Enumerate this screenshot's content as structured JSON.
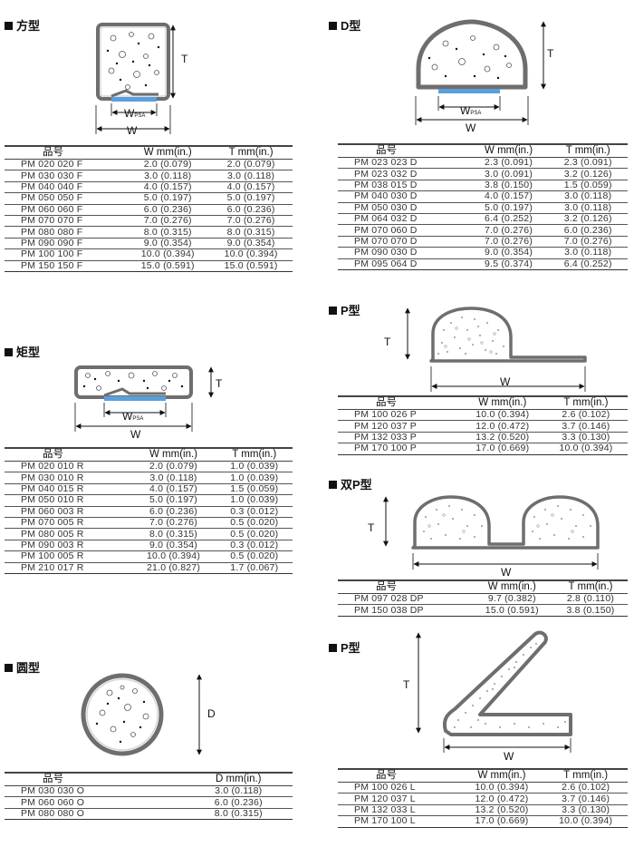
{
  "colors": {
    "accent_strip": "#5aa0dd",
    "rule": "#444444",
    "shell": "#8a8a8a"
  },
  "sections": {
    "square": {
      "title": "方型",
      "dims": {
        "w": "W",
        "wpsa": "W",
        "wpsa_sub": "PSA",
        "t": "T"
      },
      "columns": [
        "品号",
        "W mm(in.)",
        "T mm(in.)"
      ],
      "rows": [
        [
          "PM 020 020 F",
          "2.0 (0.079)",
          "2.0 (0.079)"
        ],
        [
          "PM 030 030 F",
          "3.0 (0.118)",
          "3.0 (0.118)"
        ],
        [
          "PM 040 040 F",
          "4.0 (0.157)",
          "4.0 (0.157)"
        ],
        [
          "PM 050 050 F",
          "5.0 (0.197)",
          "5.0 (0.197)"
        ],
        [
          "PM 060 060 F",
          "6.0 (0.236)",
          "6.0 (0.236)"
        ],
        [
          "PM 070 070 F",
          "7.0 (0.276)",
          "7.0 (0.276)"
        ],
        [
          "PM 080 080 F",
          "8.0 (0.315)",
          "8.0 (0.315)"
        ],
        [
          "PM 090 090 F",
          "9.0 (0.354)",
          "9.0 (0.354)"
        ],
        [
          "PM 100 100 F",
          "10.0 (0.394)",
          "10.0 (0.394)"
        ],
        [
          "PM 150 150 F",
          "15.0 (0.591)",
          "15.0 (0.591)"
        ]
      ]
    },
    "rect": {
      "title": "矩型",
      "dims": {
        "w": "W",
        "wpsa": "W",
        "wpsa_sub": "PSA",
        "t": "T"
      },
      "columns": [
        "品号",
        "W mm(in.)",
        "T mm(in.)"
      ],
      "rows": [
        [
          "PM 020 010 R",
          "2.0 (0.079)",
          "1.0 (0.039)"
        ],
        [
          "PM 030 010 R",
          "3.0 (0.118)",
          "1.0 (0.039)"
        ],
        [
          "PM 040 015 R",
          "4.0 (0.157)",
          "1.5 (0.059)"
        ],
        [
          "PM 050 010 R",
          "5.0 (0.197)",
          "1.0 (0.039)"
        ],
        [
          "PM 060 003 R",
          "6.0 (0.236)",
          "0.3 (0.012)"
        ],
        [
          "PM 070 005 R",
          "7.0 (0.276)",
          "0.5 (0.020)"
        ],
        [
          "PM 080 005 R",
          "8.0 (0.315)",
          "0.5 (0.020)"
        ],
        [
          "PM 090 003 R",
          "9.0 (0.354)",
          "0.3 (0.012)"
        ],
        [
          "PM 100 005 R",
          "10.0 (0.394)",
          "0.5 (0.020)"
        ],
        [
          "PM 210 017 R",
          "21.0 (0.827)",
          "1.7 (0.067)"
        ]
      ]
    },
    "round": {
      "title": "圆型",
      "dims": {
        "d": "D"
      },
      "columns": [
        "品号",
        "D mm(in.)"
      ],
      "rows": [
        [
          "PM 030 030 O",
          "3.0 (0.118)"
        ],
        [
          "PM 060 060 O",
          "6.0 (0.236)"
        ],
        [
          "PM 080 080 O",
          "8.0 (0.315)"
        ]
      ]
    },
    "d_type": {
      "title": "D型",
      "dims": {
        "w": "W",
        "wpsa": "W",
        "wpsa_sub": "PSA",
        "t": "T"
      },
      "columns": [
        "品号",
        "W mm(in.)",
        "T mm(in.)"
      ],
      "rows": [
        [
          "PM 023 023 D",
          "2.3 (0.091)",
          "2.3 (0.091)"
        ],
        [
          "PM 023 032 D",
          "3.0 (0.091)",
          "3.2 (0.126)"
        ],
        [
          "PM 038 015 D",
          "3.8 (0.150)",
          "1.5 (0.059)"
        ],
        [
          "PM 040 030 D",
          "4.0 (0.157)",
          "3.0 (0.118)"
        ],
        [
          "PM 050 030 D",
          "5.0 (0.197)",
          "3.0 (0.118)"
        ],
        [
          "PM 064 032 D",
          "6.4 (0.252)",
          "3.2 (0.126)"
        ],
        [
          "PM 070 060 D",
          "7.0 (0.276)",
          "6.0 (0.236)"
        ],
        [
          "PM 070 070 D",
          "7.0 (0.276)",
          "7.0 (0.276)"
        ],
        [
          "PM 090 030 D",
          "9.0 (0.354)",
          "3.0 (0.118)"
        ],
        [
          "PM 095 064 D",
          "9.5 (0.374)",
          "6.4 (0.252)"
        ]
      ]
    },
    "p_type": {
      "title": "P型",
      "dims": {
        "w": "W",
        "t": "T"
      },
      "columns": [
        "品号",
        "W mm(in.)",
        "T mm(in.)"
      ],
      "rows": [
        [
          "PM 100 026 P",
          "10.0 (0.394)",
          "2.6 (0.102)"
        ],
        [
          "PM 120 037 P",
          "12.0 (0.472)",
          "3.7 (0.146)"
        ],
        [
          "PM 132 033 P",
          "13.2 (0.520)",
          "3.3 (0.130)"
        ],
        [
          "PM 170 100 P",
          "17.0 (0.669)",
          "10.0 (0.394)"
        ]
      ]
    },
    "dp_type": {
      "title": "双P型",
      "dims": {
        "w": "W",
        "t": "T"
      },
      "columns": [
        "品号",
        "W mm(in.)",
        "T mm(in.)"
      ],
      "rows": [
        [
          "PM 097 028 DP",
          "9.7 (0.382)",
          "2.8 (0.110)"
        ],
        [
          "PM 150 038 DP",
          "15.0 (0.591)",
          "3.8 (0.150)"
        ]
      ]
    },
    "l_type": {
      "title": "P型",
      "dims": {
        "w": "W",
        "t": "T"
      },
      "columns": [
        "品号",
        "W mm(in.)",
        "T mm(in.)"
      ],
      "rows": [
        [
          "PM 100 026 L",
          "10.0 (0.394)",
          "2.6 (0.102)"
        ],
        [
          "PM 120 037 L",
          "12.0 (0.472)",
          "3.7 (0.146)"
        ],
        [
          "PM 132 033 L",
          "13.2 (0.520)",
          "3.3 (0.130)"
        ],
        [
          "PM 170 100 L",
          "17.0 (0.669)",
          "10.0 (0.394)"
        ]
      ]
    }
  }
}
